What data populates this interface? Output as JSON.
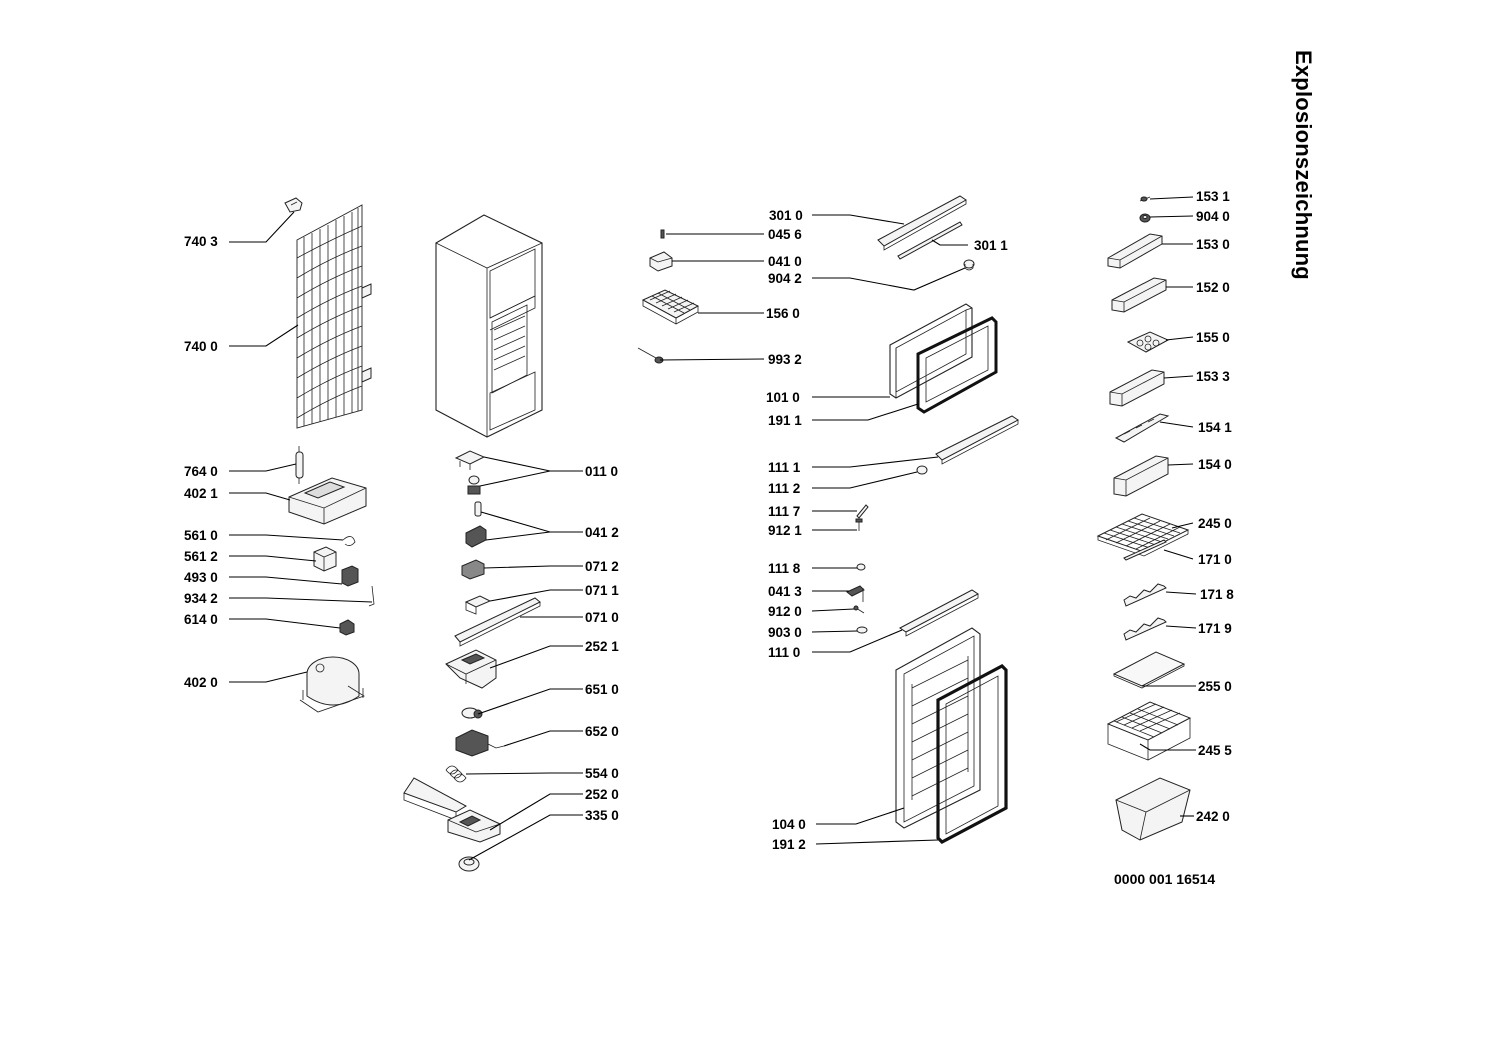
{
  "title": "Explosionszeichnung",
  "drawing_number": "0000 001 16514",
  "callouts": [
    {
      "id": "740-3",
      "label": "740 3"
    },
    {
      "id": "740-0",
      "label": "740 0"
    },
    {
      "id": "764-0",
      "label": "764 0"
    },
    {
      "id": "402-1",
      "label": "402 1"
    },
    {
      "id": "561-0",
      "label": "561 0"
    },
    {
      "id": "561-2",
      "label": "561 2"
    },
    {
      "id": "493-0",
      "label": "493 0"
    },
    {
      "id": "934-2",
      "label": "934 2"
    },
    {
      "id": "614-0",
      "label": "614 0"
    },
    {
      "id": "402-0",
      "label": "402 0"
    },
    {
      "id": "011-0",
      "label": "011 0"
    },
    {
      "id": "041-2",
      "label": "041 2"
    },
    {
      "id": "071-2",
      "label": "071 2"
    },
    {
      "id": "071-1",
      "label": "071 1"
    },
    {
      "id": "071-0",
      "label": "071 0"
    },
    {
      "id": "252-1",
      "label": "252 1"
    },
    {
      "id": "651-0",
      "label": "651 0"
    },
    {
      "id": "652-0",
      "label": "652 0"
    },
    {
      "id": "554-0",
      "label": "554 0"
    },
    {
      "id": "252-0",
      "label": "252 0"
    },
    {
      "id": "335-0",
      "label": "335 0"
    },
    {
      "id": "301-0",
      "label": "301 0"
    },
    {
      "id": "045-6",
      "label": "045 6"
    },
    {
      "id": "041-0",
      "label": "041 0"
    },
    {
      "id": "904-2",
      "label": "904 2"
    },
    {
      "id": "156-0",
      "label": "156 0"
    },
    {
      "id": "993-2",
      "label": "993 2"
    },
    {
      "id": "101-0",
      "label": "101 0"
    },
    {
      "id": "191-1",
      "label": "191 1"
    },
    {
      "id": "301-1",
      "label": "301 1"
    },
    {
      "id": "111-1",
      "label": "111 1"
    },
    {
      "id": "111-2",
      "label": "111 2"
    },
    {
      "id": "111-7",
      "label": "111 7"
    },
    {
      "id": "912-1",
      "label": "912 1"
    },
    {
      "id": "111-8",
      "label": "111 8"
    },
    {
      "id": "041-3",
      "label": "041 3"
    },
    {
      "id": "912-0",
      "label": "912 0"
    },
    {
      "id": "903-0",
      "label": "903 0"
    },
    {
      "id": "111-0",
      "label": "111 0"
    },
    {
      "id": "104-0",
      "label": "104 0"
    },
    {
      "id": "191-2",
      "label": "191 2"
    },
    {
      "id": "153-1",
      "label": "153 1"
    },
    {
      "id": "904-0",
      "label": "904 0"
    },
    {
      "id": "153-0",
      "label": "153 0"
    },
    {
      "id": "152-0",
      "label": "152 0"
    },
    {
      "id": "155-0",
      "label": "155 0"
    },
    {
      "id": "153-3",
      "label": "153 3"
    },
    {
      "id": "154-1",
      "label": "154 1"
    },
    {
      "id": "154-0",
      "label": "154 0"
    },
    {
      "id": "245-0",
      "label": "245 0"
    },
    {
      "id": "171-0",
      "label": "171 0"
    },
    {
      "id": "171-8",
      "label": "171 8"
    },
    {
      "id": "171-9",
      "label": "171 9"
    },
    {
      "id": "255-0",
      "label": "255 0"
    },
    {
      "id": "245-5",
      "label": "245 5"
    },
    {
      "id": "242-0",
      "label": "242 0"
    }
  ]
}
